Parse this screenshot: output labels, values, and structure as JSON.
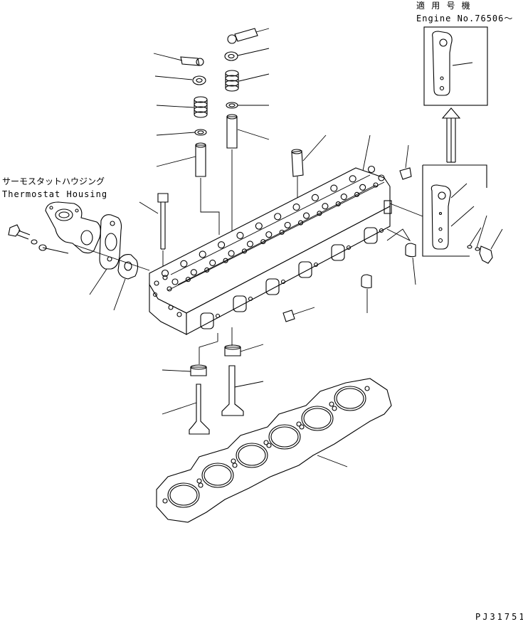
{
  "header": {
    "applicability_jp": "適 用 号 機",
    "engine_no": "Engine No.76506〜"
  },
  "thermostat_housing": {
    "label_jp": "サーモスタットハウジング",
    "label_en": "Thermostat Housing"
  },
  "drawing_code": "PJ31751"
}
